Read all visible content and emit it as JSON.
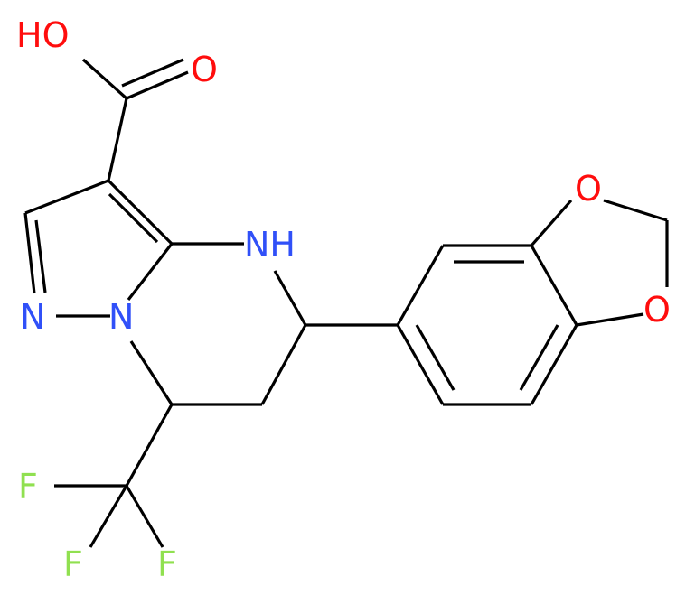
{
  "molecule": {
    "colors": {
      "bond": "#000000",
      "O": "#ff0d0d",
      "N": "#3050f8",
      "F": "#90e050"
    },
    "labels": {
      "hydroxyl": "HO",
      "carbonyl_oxygen": "O",
      "ring_nitrogen_imine": "N",
      "ring_nitrogen_bridge": "N",
      "amine": "NH",
      "dioxole_oxygen_top": "O",
      "dioxole_oxygen_bottom": "O",
      "fluorine_left": "F",
      "fluorine_bottom_left": "F",
      "fluorine_bottom_right": "F"
    }
  }
}
